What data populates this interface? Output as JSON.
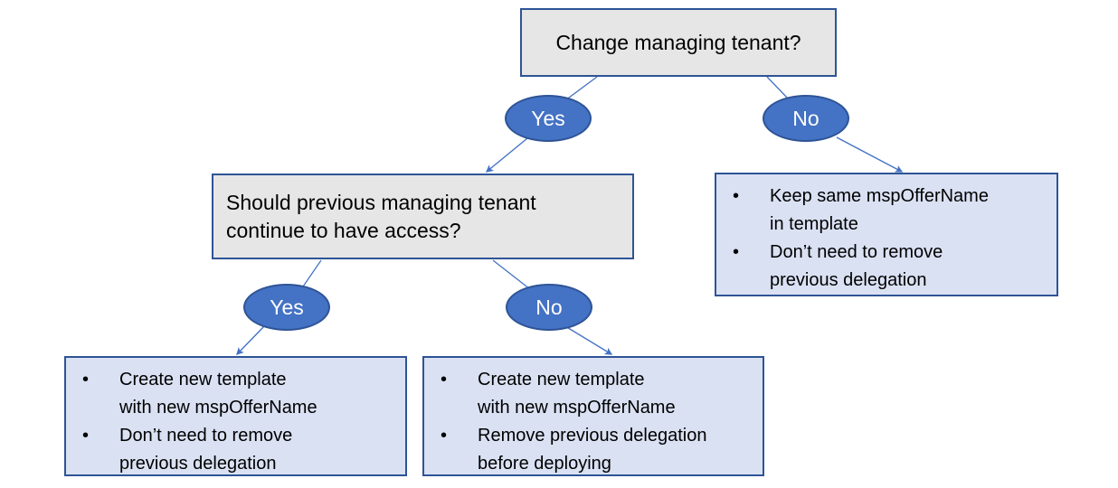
{
  "diagram": {
    "title": "Change managing tenant decision flow",
    "colors": {
      "decision_fill": "#E7E6E6",
      "result_fill": "#DAE1F3",
      "border": "#2E5496",
      "ellipse_fill": "#4472C4",
      "ellipse_text": "#FFFFFF",
      "connector": "#4472C4",
      "text": "#000000",
      "background": "#FFFFFF"
    },
    "nodes": {
      "root_decision": {
        "text": "Change managing tenant?"
      },
      "second_decision": {
        "text": "Should previous managing tenant continue to have access?"
      },
      "keep_same_result": {
        "bullets": [
          {
            "marker": "•",
            "lines": [
              "Keep same mspOfferName",
              "in template"
            ]
          },
          {
            "marker": "•",
            "lines": [
              "Don’t need to remove",
              "previous delegation"
            ]
          }
        ]
      },
      "new_template_keep_access_result": {
        "bullets": [
          {
            "marker": "•",
            "lines": [
              "Create new template",
              "with new mspOfferName"
            ]
          },
          {
            "marker": "•",
            "lines": [
              "Don’t need to remove",
              "previous delegation"
            ]
          }
        ]
      },
      "new_template_remove_access_result": {
        "bullets": [
          {
            "marker": "•",
            "lines": [
              "Create new template",
              "with new mspOfferName"
            ]
          },
          {
            "marker": "•",
            "lines": [
              "Remove previous delegation",
              "before deploying"
            ]
          }
        ]
      }
    },
    "branch_labels": {
      "root_yes": "Yes",
      "root_no": "No",
      "second_yes": "Yes",
      "second_no": "No"
    }
  }
}
